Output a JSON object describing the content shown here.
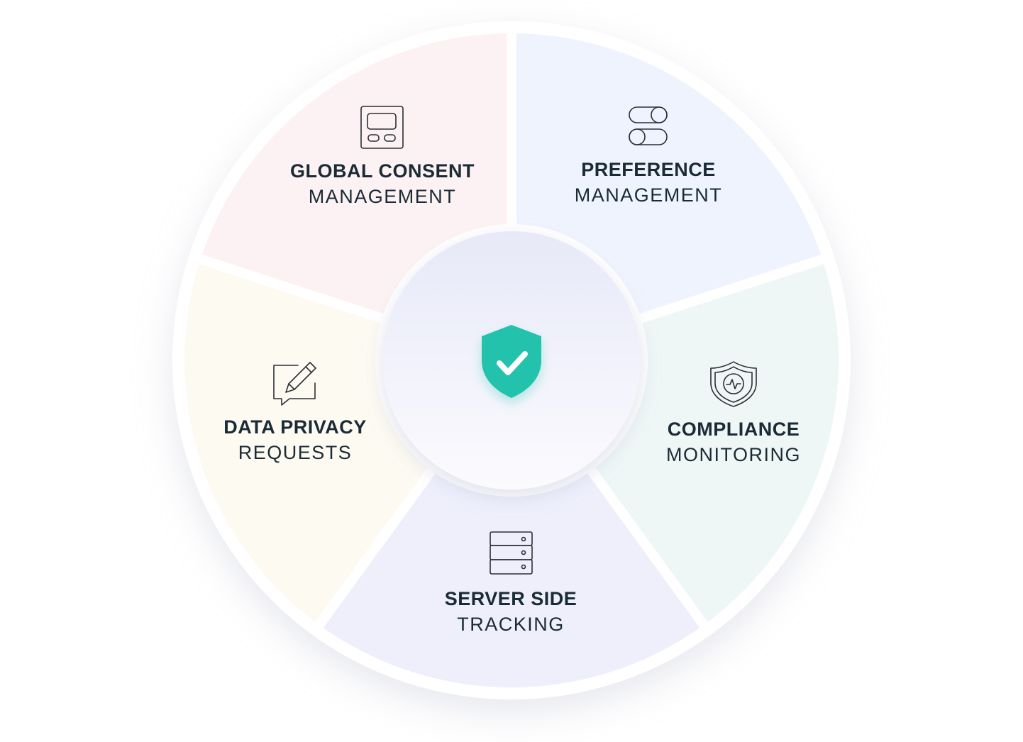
{
  "colors": {
    "outer_ring": "#ffffff",
    "gap": "#ffffff",
    "text": "#1a2b36",
    "shield": "#22c2ac",
    "center_top": "#e7e9f8",
    "center_bottom": "#fbfbfe"
  },
  "segments": [
    {
      "id": "global-consent",
      "title": "GLOBAL CONSENT",
      "subtitle": "MANAGEMENT",
      "icon": "dashboard-panel-icon",
      "fill": "#eff3fd"
    },
    {
      "id": "preference",
      "title": "PREFERENCE",
      "subtitle": "MANAGEMENT",
      "icon": "toggle-switches-icon",
      "fill": "#eef6f6"
    },
    {
      "id": "compliance",
      "title": "COMPLIANCE",
      "subtitle": "MONITORING",
      "icon": "shield-pulse-icon",
      "fill": "#eeeffb"
    },
    {
      "id": "server-side",
      "title": "SERVER SIDE",
      "subtitle": "TRACKING",
      "icon": "server-stack-icon",
      "fill": "#fdfaf2"
    },
    {
      "id": "data-privacy",
      "title": "DATA PRIVACY",
      "subtitle": "REQUESTS",
      "icon": "edit-request-icon",
      "fill": "#fdf2f3"
    }
  ],
  "center": {
    "icon": "shield-check-icon"
  }
}
